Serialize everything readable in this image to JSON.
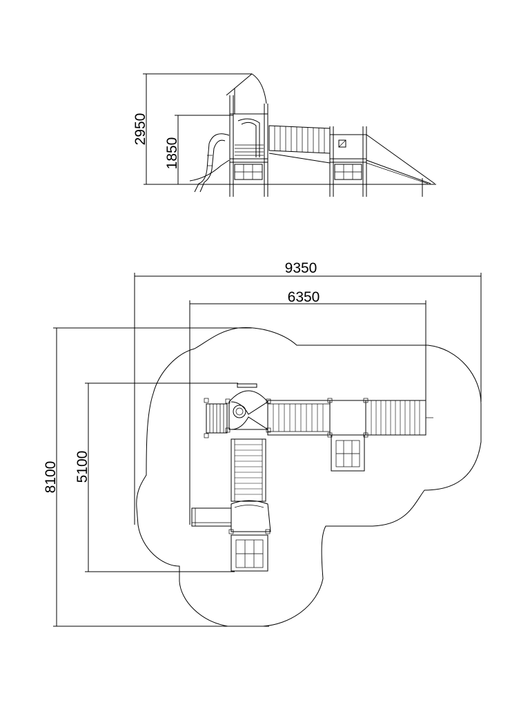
{
  "drawing": {
    "elevation": {
      "height_total": "2950",
      "height_platform": "1850"
    },
    "plan": {
      "overall_width": "9350",
      "structure_width": "6350",
      "overall_depth": "8100",
      "structure_depth": "5100"
    }
  }
}
